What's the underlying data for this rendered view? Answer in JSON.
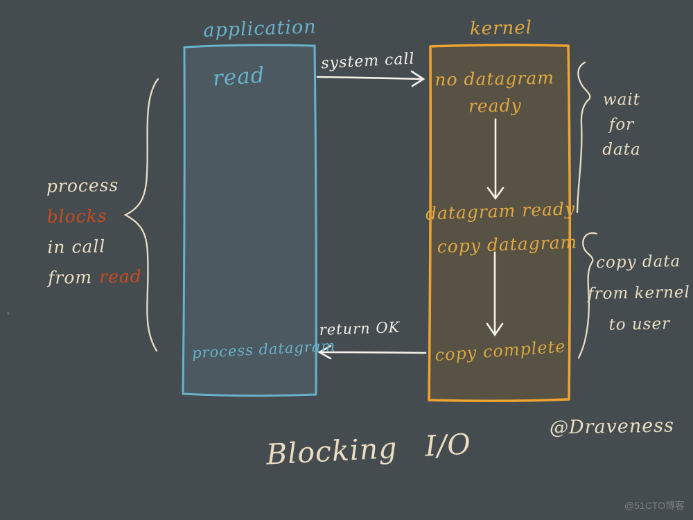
{
  "title": "Blocking I/O",
  "signature": "@Draveness",
  "watermark": "@51CTO博客",
  "application": {
    "label": "application",
    "read": "read",
    "process_datagram": "process datagram"
  },
  "kernel": {
    "label": "kernel",
    "no_datagram_line1": "no datagram",
    "no_datagram_line2": "ready",
    "datagram_ready": "datagram ready",
    "copy_datagram": "copy datagram",
    "copy_complete": "copy complete"
  },
  "arrows": {
    "system_call": "system call",
    "return_ok": "return OK"
  },
  "notes": {
    "left": {
      "line1": "process",
      "line2": "blocks",
      "line3": "in call",
      "line4a": "from",
      "line4b": "read"
    },
    "wait": {
      "line1": "wait",
      "line2": "for",
      "line3": "data"
    },
    "copy": {
      "line1": "copy data",
      "line2": "from kernel",
      "line3": "to user"
    }
  },
  "colors": {
    "background": "#454c50",
    "application_border": "#68b3cc",
    "application_fill": "#4c5961",
    "kernel_border": "#f0a431",
    "kernel_fill": "#575244",
    "orange_text": "#e2a840",
    "cream_text": "#eaddc2",
    "red_text": "#c94b1f",
    "arrow_white": "#f3f1ea"
  }
}
